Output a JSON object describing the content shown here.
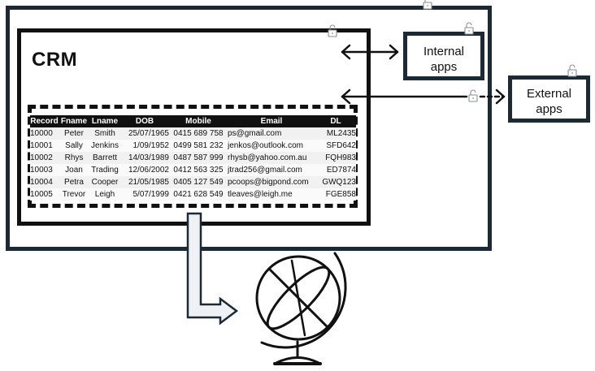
{
  "crm": {
    "title": "CRM",
    "table": {
      "headers": [
        "Record",
        "Fname",
        "Lname",
        "DOB",
        "Mobile",
        "Email",
        "DL"
      ],
      "rows": [
        [
          "10000",
          "Peter",
          "Smith",
          "25/07/1965",
          "0415 689 758",
          "ps@gmail.com",
          "ML2435"
        ],
        [
          "10001",
          "Sally",
          "Jenkins",
          "1/09/1952",
          "0499 581 232",
          "jenkos@outlook.com",
          "SFD642"
        ],
        [
          "10002",
          "Rhys",
          "Barrett",
          "14/03/1989",
          "0487 587 999",
          "rhysb@yahoo.com.au",
          "FQH983"
        ],
        [
          "10003",
          "Joan",
          "Trading",
          "12/06/2002",
          "0412 563 325",
          "jtrad256@gmail.com",
          "ED7874"
        ],
        [
          "10004",
          "Petra",
          "Cooper",
          "21/05/1985",
          "0405 127 549",
          "pcoops@bigpond.com",
          "GWQ123"
        ],
        [
          "10005",
          "Trevor",
          "Leigh",
          "5/07/1999",
          "0421 628 549",
          "tleaves@leigh.me",
          "FGE858"
        ]
      ]
    }
  },
  "internal_apps": {
    "line1": "Internal",
    "line2": "apps"
  },
  "external_apps": {
    "line1": "External",
    "line2": "apps"
  },
  "icons": [
    "unlocked-padlock-icon",
    "bidirectional-arrow-icon",
    "bent-arrow-icon",
    "globe-icon"
  ],
  "colors": {
    "box_border": "#1c2a36",
    "table_header_bg": "#111111",
    "arrow_fill": "#eef2f5"
  }
}
